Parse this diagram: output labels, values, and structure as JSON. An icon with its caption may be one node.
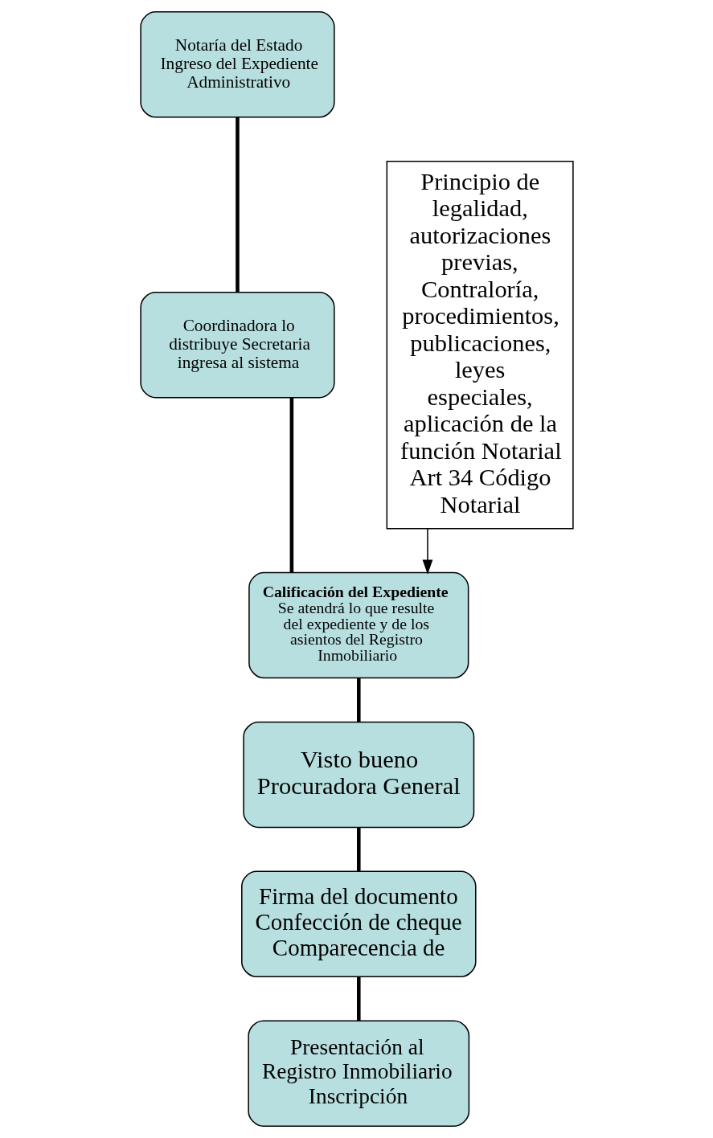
{
  "diagram": {
    "nodes": [
      {
        "text": [
          "Notaría del Estado Ingreso del Expediente Administrativo"
        ]
      },
      {
        "text": [
          "Coordinadora lo distribuye Secretaria ingresa al sistema"
        ]
      },
      {
        "text": [
          "Calificación del Expediente",
          "Se atendrá lo que resulte del expediente y de los asientos del Registro Inmobiliario"
        ]
      },
      {
        "text": [
          "Visto bueno Procuradora General"
        ]
      },
      {
        "text": [
          "Firma del documento Confección de cheque Comparecencia de"
        ]
      },
      {
        "text": [
          "Presentación al Registro Inmobiliario Inscripción"
        ]
      },
      {
        "text": [
          "Principio de legalidad, autorizaciones previas, Contraloría, procedimientos, publicaciones, leyes especiales, aplicación de la función Notarial Art 34 Código Notarial"
        ]
      }
    ],
    "edges": [
      {
        "from": 0,
        "to": 1,
        "arrow": "none"
      },
      {
        "from": 1,
        "to": 2,
        "arrow": "none"
      },
      {
        "from": 2,
        "to": 3,
        "arrow": "none"
      },
      {
        "from": 3,
        "to": 4,
        "arrow": "none"
      },
      {
        "from": 4,
        "to": 5,
        "arrow": "none"
      },
      {
        "from": 6,
        "to": 2,
        "arrow": "to"
      }
    ]
  }
}
